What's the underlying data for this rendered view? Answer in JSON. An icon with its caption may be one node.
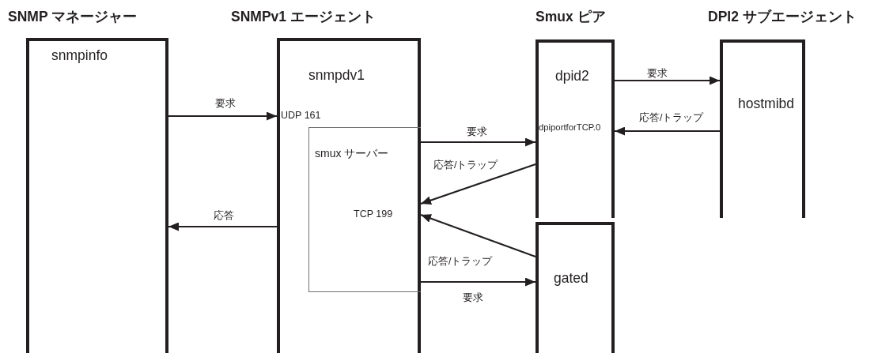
{
  "diagram": {
    "nodes": [
      {
        "text": [
          "SNMP マネージャー",
          "snmpinfo"
        ]
      },
      {
        "text": [
          "SNMPv1 エージェント",
          "snmpdv1",
          "UDP 161"
        ]
      },
      {
        "text": [
          "smux サーバー",
          "TCP 199"
        ],
        "in": 1
      },
      {
        "text": [
          "Smux ピア",
          "dpid2",
          "dpiportforTCP.0"
        ]
      },
      {
        "text": [
          "DPI2 サブエージェント",
          "hostmibd"
        ]
      },
      {
        "text": [
          "gated"
        ]
      }
    ],
    "edges": [
      {
        "from": 0,
        "to": 1,
        "arrow": "to",
        "label": "要求"
      },
      {
        "from": 1,
        "to": 0,
        "arrow": "to",
        "label": "応答"
      },
      {
        "from": 2,
        "to": 3,
        "arrow": "to",
        "label": "要求"
      },
      {
        "from": 3,
        "to": 2,
        "arrow": "to",
        "label": "応答/トラップ"
      },
      {
        "from": 3,
        "to": 4,
        "arrow": "to",
        "label": "要求"
      },
      {
        "from": 4,
        "to": 3,
        "arrow": "to",
        "label": "応答/トラップ"
      },
      {
        "from": 5,
        "to": 2,
        "arrow": "to",
        "label": "応答/トラップ"
      },
      {
        "from": 2,
        "to": 5,
        "arrow": "to",
        "label": "要求"
      }
    ]
  }
}
